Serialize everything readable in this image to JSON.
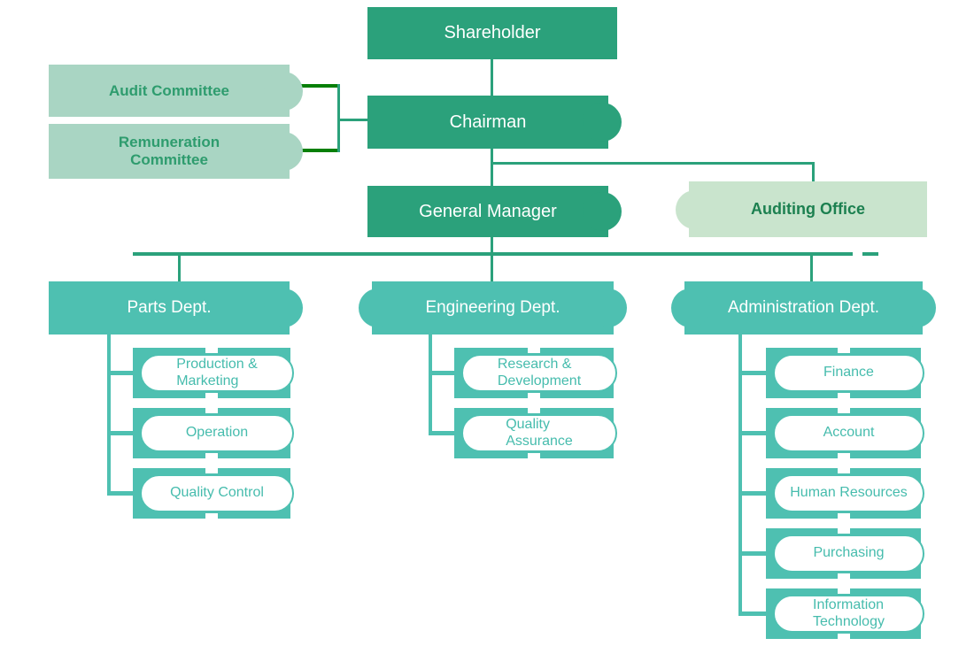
{
  "palette": {
    "primary_green": "#2ba17b",
    "department_teal": "#4ec0b1",
    "committee_bg": "#a9d5c3",
    "committee_text": "#2e9c6e",
    "office_bg": "#c9e4cd",
    "office_text": "#1c8050",
    "dark_green_line": "#077f07"
  },
  "org": {
    "shareholder": "Shareholder",
    "chairman": "Chairman",
    "audit_committee": "Audit Committee",
    "remuneration_committee": "Remuneration\nCommittee",
    "general_manager": "General Manager",
    "auditing_office": "Auditing Office",
    "departments": [
      {
        "label": "Parts Dept.",
        "children": [
          "Production &\nMarketing",
          "Operation",
          "Quality Control"
        ]
      },
      {
        "label": "Engineering Dept.",
        "children": [
          "Research &\nDevelopment",
          "Quality\nAssurance"
        ]
      },
      {
        "label": "Administration Dept.",
        "children": [
          "Finance",
          "Account",
          "Human Resources",
          "Purchasing",
          "Information\nTechnology"
        ]
      }
    ]
  }
}
